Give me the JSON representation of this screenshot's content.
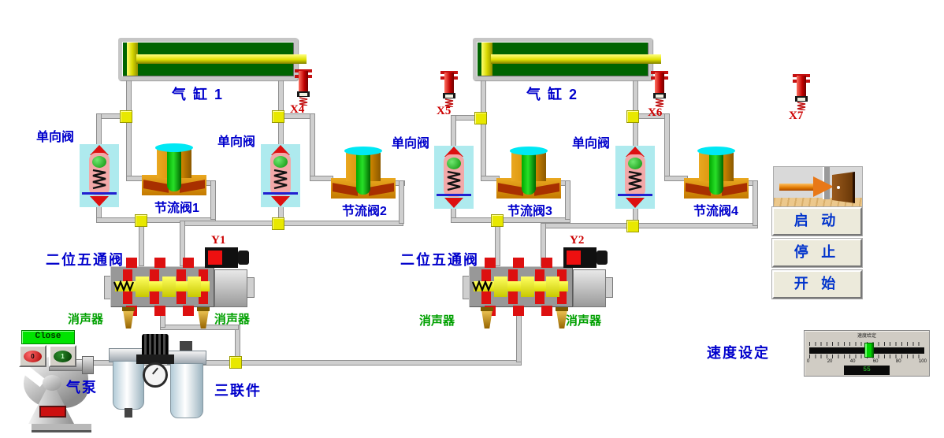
{
  "labels": {
    "cylinder1": "气 缸 1",
    "cylinder2": "气 缸 2",
    "check_valve": "单向阀",
    "throttle": [
      "节流阀1",
      "节流阀2",
      "节流阀3",
      "节流阀4"
    ],
    "valve52": "二位五通阀",
    "muffler": "消声器",
    "pump": "气泵",
    "frl": "三联件",
    "speed_setting": "速度设定"
  },
  "sensors": {
    "x4": "X4",
    "x5": "X5",
    "x6": "X6",
    "x7": "X7"
  },
  "solenoids": {
    "y1": "Y1",
    "y2": "Y2"
  },
  "buttons": {
    "start": "启 动",
    "stop": "停 止",
    "begin": "开 始",
    "close": "Close",
    "off": "0",
    "on": "1"
  },
  "slider": {
    "title": "速度给定",
    "scale": [
      "0",
      "20",
      "40",
      "60",
      "80",
      "100"
    ],
    "value": "55",
    "position_pct": 52
  },
  "colors": {
    "pipe": "#cfcfcf",
    "junction": "#e8e800",
    "cylinder_fill": "#006400",
    "label_blue": "#0000cc",
    "label_green": "#00a000",
    "label_red": "#cc0000",
    "check_valve_bg": "#aeeaee",
    "throttle_body": "#d89000",
    "slider_handle": "#00d400"
  }
}
